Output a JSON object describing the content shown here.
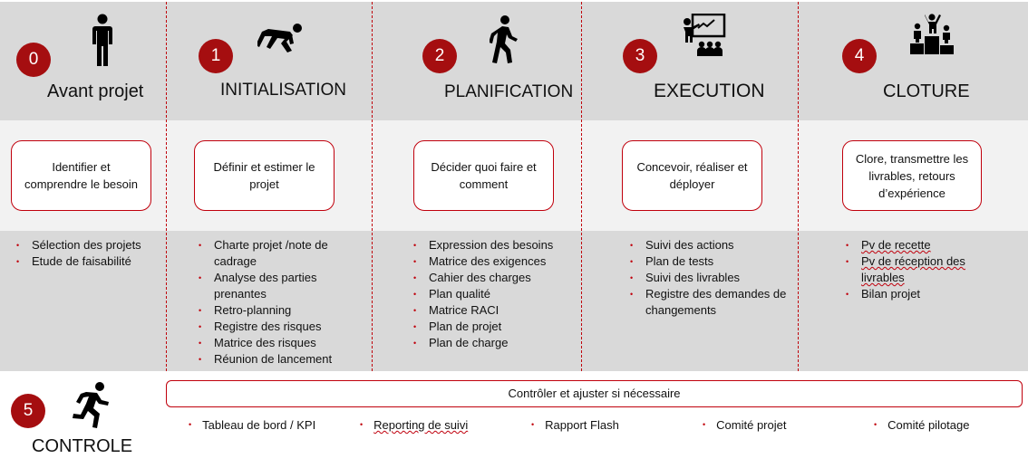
{
  "phases": [
    {
      "number": "0",
      "title": "Avant projet",
      "box": "Identifier et comprendre le besoin",
      "items": [
        "Sélection des projets",
        "Etude de faisabilité"
      ],
      "icon": "standing-person-icon"
    },
    {
      "number": "1",
      "title": "INITIALISATION",
      "box": "Définir et estimer le projet",
      "items": [
        "Charte projet /note de cadrage",
        "Analyse des parties prenantes",
        "Retro-planning",
        "Registre des risques",
        "Matrice des risques",
        "Réunion de lancement"
      ],
      "icon": "starting-runner-icon"
    },
    {
      "number": "2",
      "title": "PLANIFICATION",
      "box": "Décider quoi faire et comment",
      "items": [
        "Expression des besoins",
        "Matrice des exigences",
        "Cahier des charges",
        "Plan qualité",
        "Matrice RACI",
        "Plan de projet",
        "Plan de charge"
      ],
      "icon": "walking-person-icon"
    },
    {
      "number": "3",
      "title": "EXECUTION",
      "box": "Concevoir, réaliser et déployer",
      "items": [
        "Suivi des actions",
        "Plan de tests",
        "Suivi des livrables",
        "Registre des demandes de changements"
      ],
      "icon": "presentation-icon"
    },
    {
      "number": "4",
      "title": "CLOTURE",
      "box": "Clore, transmettre les livrables, retours d’expérience",
      "items": [
        "Pv de recette",
        "Pv de réception des livrables",
        "Bilan projet"
      ],
      "icon": "podium-icon"
    }
  ],
  "control": {
    "number": "5",
    "title": "CONTROLE",
    "box": "Contrôler et ajuster si nécessaire",
    "items": [
      "Tableau de bord / KPI",
      "Reporting de suivi",
      "Rapport Flash",
      "Comité projet",
      "Comité pilotage"
    ],
    "icon": "running-person-icon"
  },
  "colors": {
    "accent": "#a50e10",
    "band_dark": "#d9d9d9",
    "band_light": "#f2f2f2"
  }
}
